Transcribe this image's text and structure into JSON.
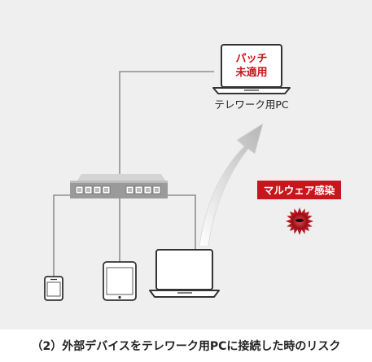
{
  "laptop_screen_text": [
    "パッチ",
    "未適用"
  ],
  "telework_pc_label": "テレワーク用PC",
  "malware_label": "マルウェア感染",
  "caption": "（2）外部デバイスをテレワーク用PCに接続した時のリスク",
  "colors": {
    "background": "#efefef",
    "warning_red": "#c8161d",
    "arrow_gradient_from": "#ffffff",
    "arrow_gradient_to": "#b9b9b9",
    "line_gray": "#8a8a8a"
  },
  "icons": [
    "laptop-icon",
    "network-switch-icon",
    "smartphone-icon",
    "tablet-icon",
    "laptop-icon",
    "malware-virus-icon",
    "curved-arrow-icon"
  ]
}
